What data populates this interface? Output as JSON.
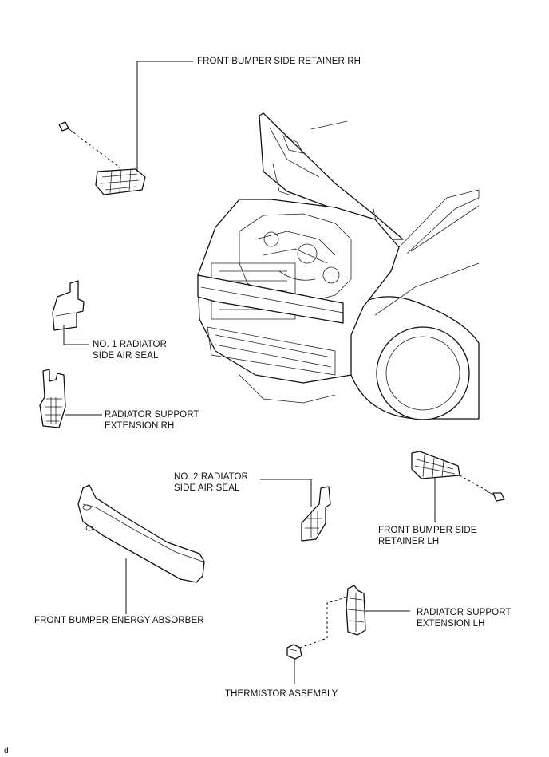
{
  "labels": {
    "front_bumper_side_retainer_rh": "FRONT BUMPER SIDE RETAINER RH",
    "no1_radiator_side_air_seal_l1": "NO. 1 RADIATOR",
    "no1_radiator_side_air_seal_l2": "SIDE AIR SEAL",
    "radiator_support_extension_rh_l1": "RADIATOR SUPPORT",
    "radiator_support_extension_rh_l2": "EXTENSION RH",
    "no2_radiator_side_air_seal_l1": "NO. 2 RADIATOR",
    "no2_radiator_side_air_seal_l2": "SIDE AIR SEAL",
    "front_bumper_side_retainer_lh_l1": "FRONT BUMPER SIDE",
    "front_bumper_side_retainer_lh_l2": "RETAINER LH",
    "front_bumper_energy_absorber": "FRONT BUMPER ENERGY ABSORBER",
    "radiator_support_extension_lh_l1": "RADIATOR SUPPORT",
    "radiator_support_extension_lh_l2": "EXTENSION LH",
    "thermistor_assembly": "THERMISTOR ASSEMBLY",
    "corner_code": "d"
  }
}
